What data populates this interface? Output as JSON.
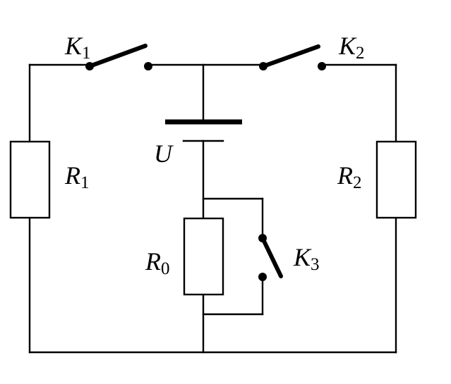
{
  "labels": {
    "k1": {
      "main": "K",
      "sub": "1"
    },
    "k2": {
      "main": "K",
      "sub": "2"
    },
    "k3": {
      "main": "K",
      "sub": "3"
    },
    "r1": {
      "main": "R",
      "sub": "1"
    },
    "r2": {
      "main": "R",
      "sub": "2"
    },
    "r0": {
      "main": "R",
      "sub": "0"
    },
    "u": {
      "main": "U"
    }
  },
  "switch_states": {
    "k1": "open",
    "k2": "open",
    "k3": "open"
  }
}
